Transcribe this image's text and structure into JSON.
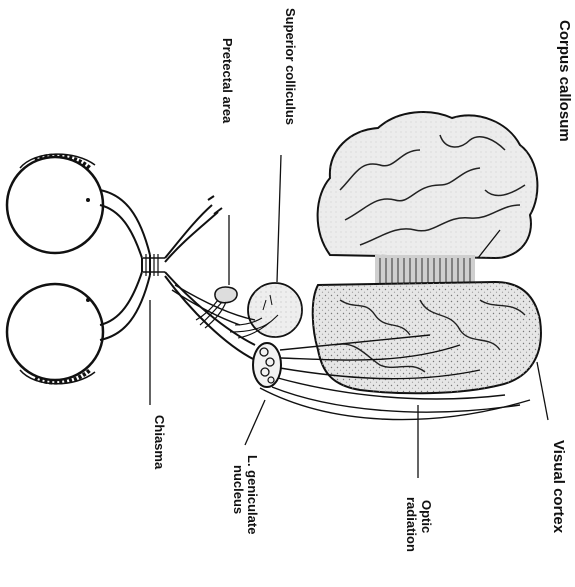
{
  "labels": {
    "corpus_callosum": "Corpus callosum",
    "superior_colliculus": "Superior colliculus",
    "pretectal_area": "Pretectal area",
    "visual_cortex": "Visual cortex",
    "optic_radiation_1": "Optic",
    "optic_radiation_2": "radiation",
    "chiasma": "Chiasma",
    "lgn_1": "L. geniculate",
    "lgn_2": "nucleus"
  },
  "colors": {
    "ink": "#111111",
    "stipple": "#c8c8c8",
    "cortex_fill": "#e9e9e9"
  }
}
